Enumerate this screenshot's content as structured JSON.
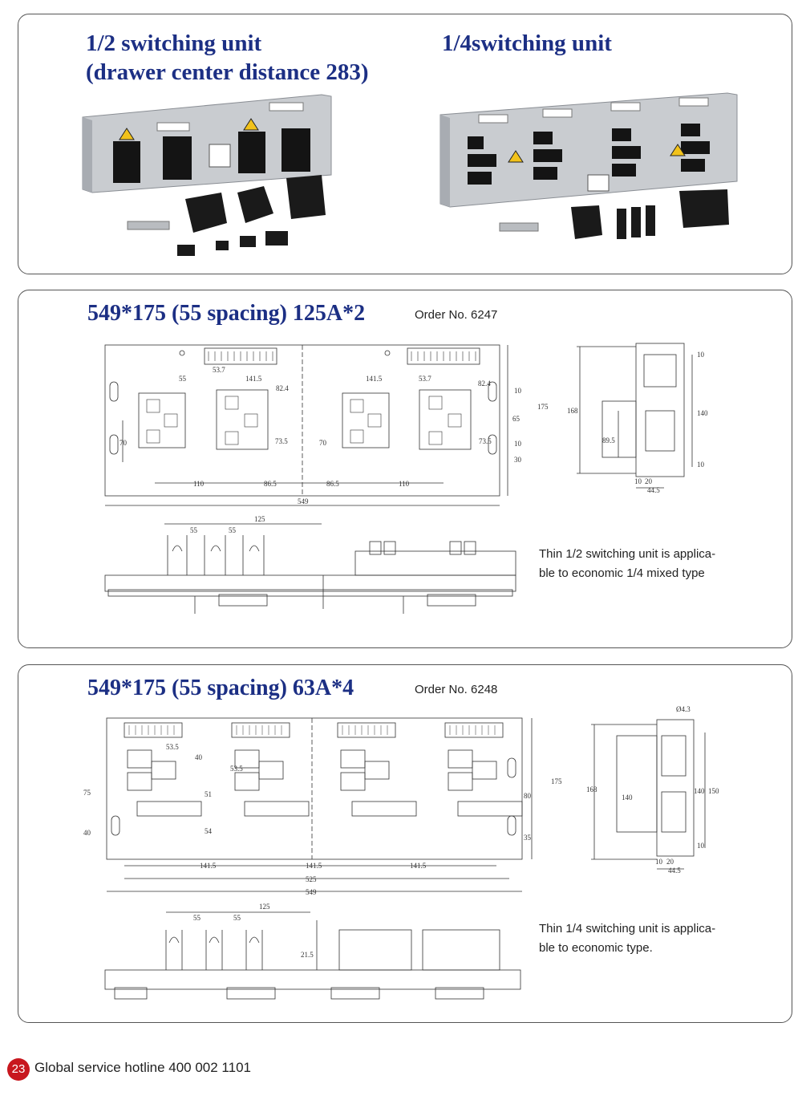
{
  "photos_section": {
    "left_title_line1": "1/2 switching unit",
    "left_title_line2": "(drawer center distance 283)",
    "right_title": "1/4switching unit"
  },
  "section_125a": {
    "title": "549*175 (55 spacing)  125A*2",
    "order": "Order No. 6247",
    "note_line1": "Thin 1/2 switching unit is applica-",
    "note_line2": "ble to economic 1/4 mixed type",
    "dims": {
      "d53_7a": "53.7",
      "d55": "55",
      "d141_5a": "141.5",
      "d141_5b": "141.5",
      "d53_7b": "53.7",
      "d82_4a": "82.4",
      "d82_4b": "82.4",
      "d73_5a": "73.5",
      "d73_5b": "73.5",
      "d70a": "70",
      "d70b": "70",
      "d10a": "10",
      "d65": "65",
      "d10b": "10",
      "d30": "30",
      "d175": "175",
      "d110a": "110",
      "d86_5a": "86.5",
      "d86_5b": "86.5",
      "d110b": "110",
      "d549": "549",
      "s168": "168",
      "s89_5": "89.5",
      "s140": "140",
      "s10a": "10",
      "s10b": "10",
      "s10c": "10",
      "s20": "20",
      "s44_5": "44.5",
      "f55a": "55",
      "f55b": "55",
      "f125": "125"
    }
  },
  "section_63a": {
    "title": "549*175 (55 spacing)  63A*4",
    "order": "Order No. 6248",
    "note_line1": "Thin 1/4 switching unit is applica-",
    "note_line2": "ble to economic type.",
    "dims": {
      "d53_5a": "53.5",
      "d53_5b": "53.5",
      "d40": "40",
      "d51": "51",
      "d54": "54",
      "d75": "75",
      "d40b": "40",
      "d80": "80",
      "d35": "35",
      "d175": "175",
      "d141_5a": "141.5",
      "d141_5b": "141.5",
      "d141_5c": "141.5",
      "d525": "525",
      "d549": "549",
      "s4_3": "Ø4.3",
      "s168": "168",
      "s140a": "140",
      "s140b": "140",
      "s150": "150",
      "s10a": "10",
      "s10b": "10",
      "s20": "20",
      "s44_5": "44.5",
      "f55a": "55",
      "f55b": "55",
      "f125": "125",
      "f21_5": "21.5"
    }
  },
  "footer": {
    "page_number": "23",
    "hotline": "Global service hotline 400 002 1101"
  },
  "colors": {
    "title_blue": "#1c2f84",
    "badge_red": "#c8171e",
    "warning_yellow": "#f2c21a"
  }
}
